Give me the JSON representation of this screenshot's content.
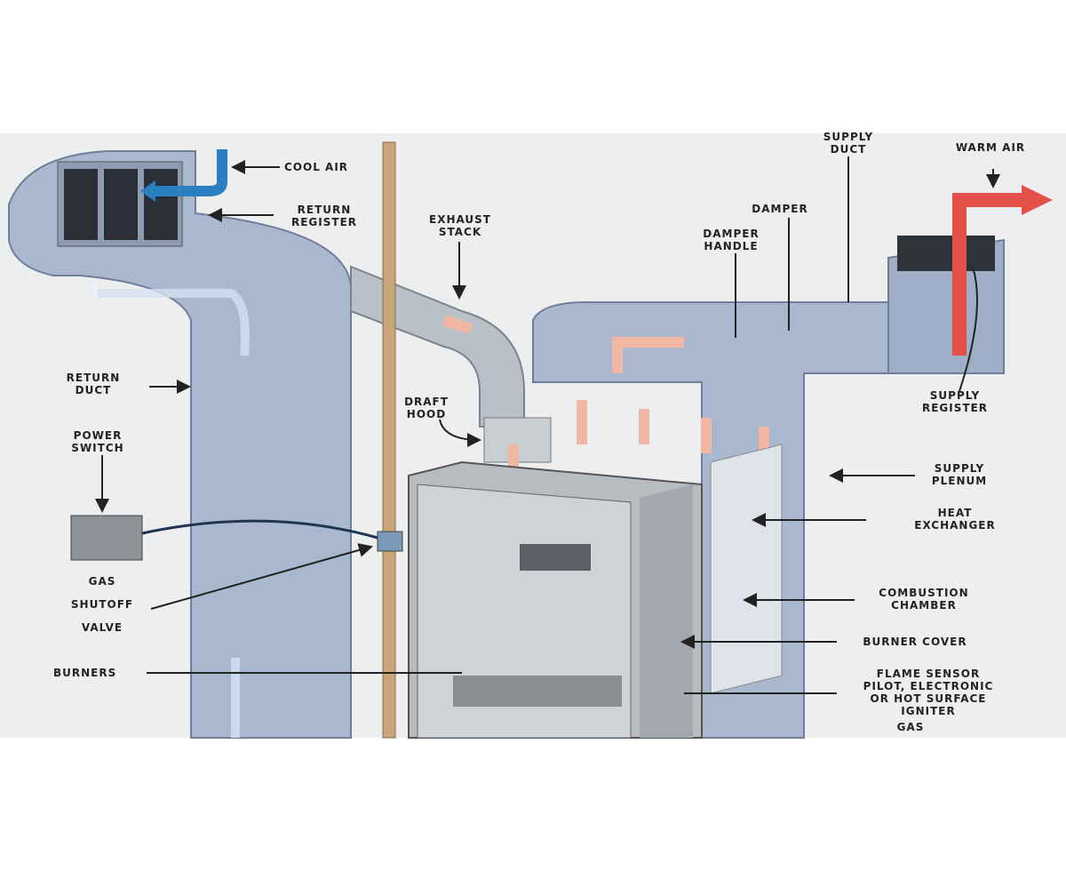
{
  "title": "Gas furnace diagram",
  "labels": {
    "cool_air": "COOL AIR",
    "return_register": [
      "RETURN",
      "REGISTER"
    ],
    "exhaust_stack": [
      "EXHAUST",
      "STACK"
    ],
    "supply_duct": [
      "SUPPLY",
      "DUCT"
    ],
    "warm_air": "WARM AIR",
    "damper": "DAMPER",
    "damper_handle": [
      "DAMPER",
      "HANDLE"
    ],
    "return_duct": [
      "RETURN",
      "DUCT"
    ],
    "draft_hood": [
      "DRAFT",
      "HOOD"
    ],
    "supply_register": [
      "SUPPLY",
      "REGISTER"
    ],
    "power_switch": [
      "POWER",
      "SWITCH"
    ],
    "supply_plenum": [
      "SUPPLY",
      "PLENUM"
    ],
    "heat_exchanger": [
      "HEAT",
      "EXCHANGER"
    ],
    "gas_shutoff_valve": [
      "GAS",
      "SHUTOFF",
      "VALVE"
    ],
    "combustion_chamber": [
      "COMBUSTION",
      "CHAMBER"
    ],
    "burner_cover": "BURNER COVER",
    "burners": "BURNERS",
    "flame_sensor": [
      "FLAME SENSOR",
      "PILOT, ELECTRONIC",
      "OR HOT SURFACE",
      "IGNITER"
    ],
    "gas": "GAS"
  },
  "colors": {
    "duct": "#a7b6cd",
    "cool_air": "#2a7fc0",
    "warm_air": "#e4504a",
    "flow": "#f2b7a3",
    "pipe": "#c9a57a"
  }
}
